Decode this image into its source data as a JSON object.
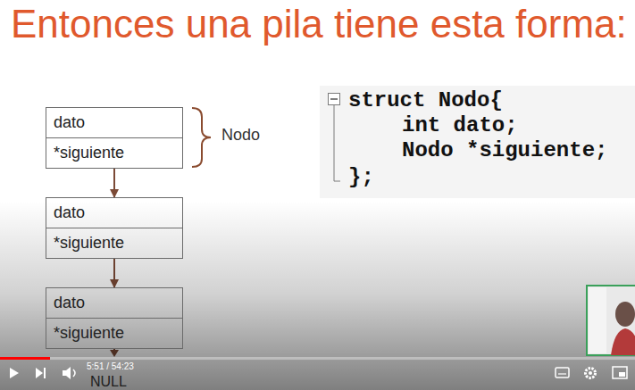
{
  "diagram": {
    "title": "Entonces una pila tiene esta forma:",
    "nodes": [
      {
        "text": [
          "dato",
          "*siguiente"
        ]
      },
      {
        "text": [
          "dato",
          "*siguiente"
        ]
      },
      {
        "text": [
          "dato",
          "*siguiente"
        ]
      }
    ],
    "edges": [
      {
        "from": 0,
        "to": 1,
        "arrow": "to"
      },
      {
        "from": 1,
        "to": 2,
        "arrow": "to"
      }
    ],
    "labels": [
      "Nodo",
      "struct Nodo{",
      "int dato;",
      "Nodo *siguiente;",
      "};",
      "NULL",
      "5:51 / 54:23"
    ]
  }
}
